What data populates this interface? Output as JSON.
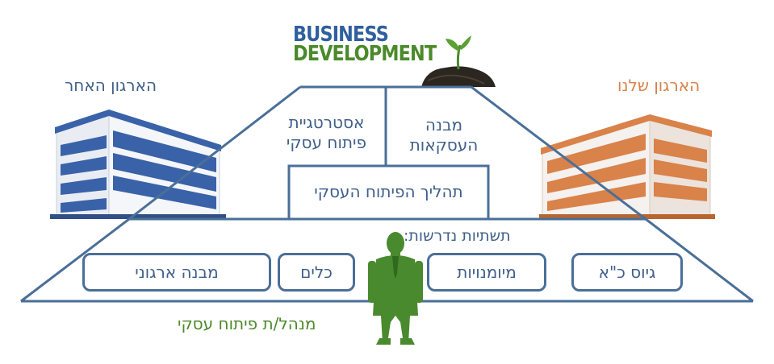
{
  "logo": {
    "line1": "BUSINESS",
    "line2": "DEVELOPMENT"
  },
  "left_building": {
    "label": "הארגון האחר",
    "color": "#3a62a8"
  },
  "right_building": {
    "label": "הארגון שלנו",
    "color": "#d9824a"
  },
  "pyramid": {
    "strategy": [
      "אסטרטגיית",
      "פיתוח עסקי"
    ],
    "deal_structure": [
      "מבנה",
      "העסקאות"
    ],
    "process": "תהליך הפיתוח העסקי"
  },
  "infrastructure": {
    "title": "תשתיות נדרשות:",
    "items": [
      "גיוס כ\"א",
      "מיומנויות",
      "כלים",
      "מבנה ארגוני"
    ]
  },
  "manager_label": "מנהל/ת פיתוח עסקי",
  "colors": {
    "line": "#4a6f98",
    "text": "#3f5f8a",
    "green": "#4b8a2a",
    "person": "#4a8a2e"
  }
}
